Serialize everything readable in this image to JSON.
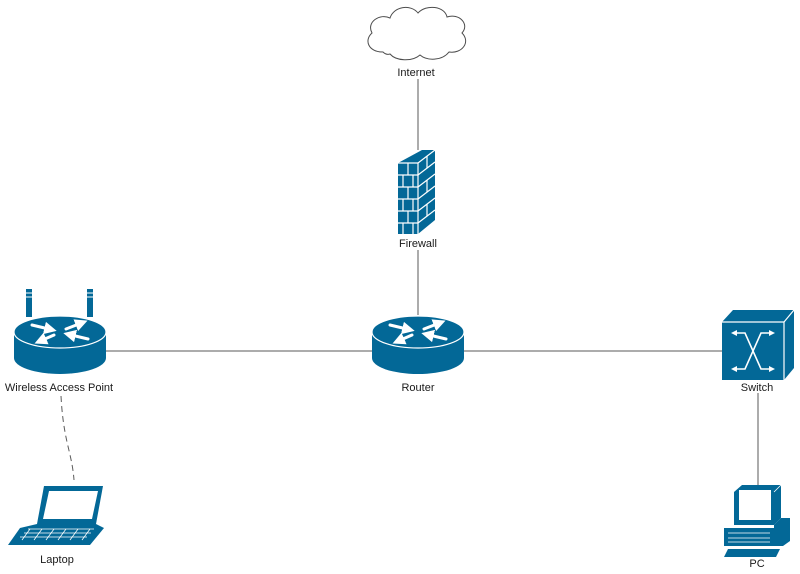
{
  "colors": {
    "device_fill": "#036897",
    "device_stroke": "#ffffff",
    "link": "#5a5a5a",
    "cloud_stroke": "#4d4d4d",
    "cloud_fill": "#ffffff",
    "label": "#1a1a1a"
  },
  "nodes": {
    "internet": {
      "label": "Internet",
      "icon": "cloud-icon"
    },
    "firewall": {
      "label": "Firewall",
      "icon": "firewall-icon"
    },
    "router": {
      "label": "Router",
      "icon": "router-icon"
    },
    "wap": {
      "label": "Wireless Access Point",
      "icon": "wireless-router-icon"
    },
    "switch": {
      "label": "Switch",
      "icon": "switch-icon"
    },
    "laptop": {
      "label": "Laptop",
      "icon": "laptop-icon"
    },
    "pc": {
      "label": "PC",
      "icon": "pc-icon"
    }
  },
  "links": [
    {
      "from": "internet",
      "to": "firewall",
      "style": "solid"
    },
    {
      "from": "firewall",
      "to": "router",
      "style": "solid"
    },
    {
      "from": "wap",
      "to": "router",
      "style": "solid"
    },
    {
      "from": "router",
      "to": "switch",
      "style": "solid"
    },
    {
      "from": "switch",
      "to": "pc",
      "style": "solid"
    },
    {
      "from": "wap",
      "to": "laptop",
      "style": "dashed-wireless"
    }
  ]
}
